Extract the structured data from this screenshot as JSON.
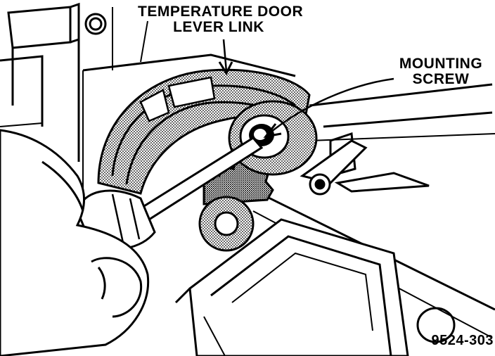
{
  "labels": {
    "temperature_door": {
      "line1": "TEMPERATURE DOOR",
      "line2": "LEVER LINK"
    },
    "mounting_screw": {
      "line1": "MOUNTING",
      "line2": "SCREW"
    },
    "figure_number": "9524-303"
  }
}
